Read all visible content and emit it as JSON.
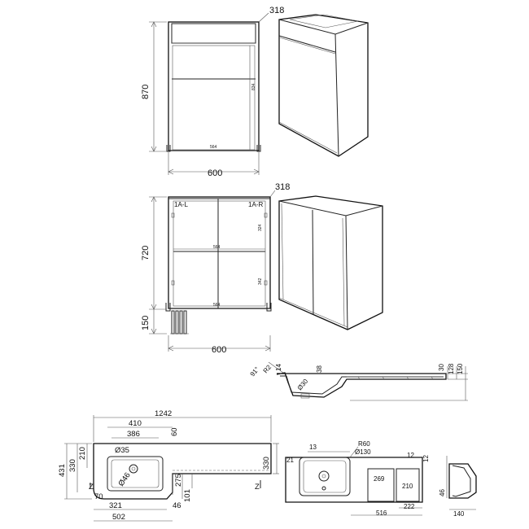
{
  "unit_top": {
    "depth": "318",
    "height": "870",
    "width": "600",
    "inner_height": "834",
    "inner_width": "564"
  },
  "unit_wall": {
    "depth": "318",
    "height": "720",
    "legs": "150",
    "width": "600",
    "label_left": "1A-L",
    "label_right": "1A-R",
    "inner_width_top": "564",
    "inner_width_bottom": "564",
    "shelf_upper": "324",
    "shelf_lower": "342"
  },
  "basin_profile": {
    "angle": "91°",
    "radius": "R2",
    "lip": "14",
    "waste": "Ø30",
    "depth_bowl": "38",
    "dim_30": "30",
    "dim_128": "128",
    "dim_150": "150"
  },
  "basin_plan": {
    "length": "1242",
    "bowl_outer": "410",
    "bowl_inner": "386",
    "inset": "60",
    "tap_hole": "Ø35",
    "waste_hole": "Ø46",
    "left_210": "210",
    "left_330": "330",
    "left_431": "431",
    "right_330": "330",
    "rad_70": "70",
    "z_left": "Z",
    "z_right": "Z",
    "d_275": "275",
    "d_101": "101",
    "d_46": "46",
    "d_321": "321",
    "d_502": "502"
  },
  "basin_detail": {
    "rad_60": "R60",
    "hole_130": "Ø130",
    "d_13": "13",
    "d_21": "21",
    "d_12a": "12",
    "d_12b": "12",
    "d_269": "269",
    "d_210": "210",
    "d_516": "516",
    "d_222": "222"
  },
  "basin_side": {
    "d_46": "46",
    "d_140": "140"
  }
}
